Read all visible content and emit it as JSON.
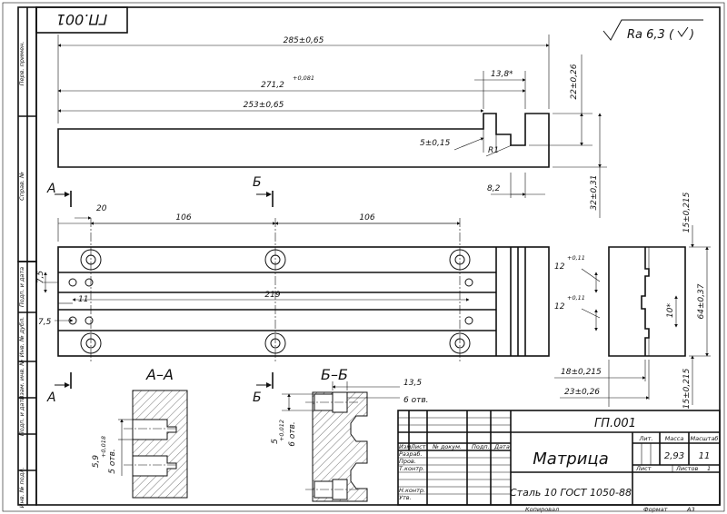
{
  "stamp_code_inverted": "ГП.001",
  "roughness": {
    "label": "Ra 6,3 (",
    "close": ")"
  },
  "side_labels": [
    "Перв. примен.",
    "Справ. №",
    "Подп. и дата",
    "Инв. № дубл.",
    "Взам. инв. №",
    "Подп. и дата",
    "Инв. № подл."
  ],
  "dimensions_top": {
    "d1": "285±0,65",
    "d2_main": "271,2",
    "d2_tol": "+0,081",
    "d3": "253±0,65",
    "d4": "13,8*",
    "d5": "22±0,26",
    "d6": "5±0,15",
    "d7": "R1",
    "d8": "8,2",
    "d9": "32±0,31"
  },
  "section_markers": {
    "a": "А",
    "b": "Б"
  },
  "dimensions_plan": {
    "d20": "20",
    "d106a": "106",
    "d106b": "106",
    "d219": "219",
    "d11": "11",
    "d75a": "7,5",
    "d75b": "7,5"
  },
  "dimensions_side": {
    "d12a_main": "12",
    "d12a_tol": "+0,11",
    "d12b_main": "12",
    "d12b_tol": "+0,11",
    "d10": "10*",
    "d64": "64±0,37",
    "d15a": "15±0,215",
    "d15b": "15±0,215",
    "d18": "18±0,215",
    "d23": "23±0,26"
  },
  "section_aa": {
    "title": "А–А",
    "d1_main": "5,9",
    "d1_tol": "+0,018",
    "d2": "5 отв."
  },
  "section_bb": {
    "title": "Б–Б",
    "d1": "13,5",
    "d2": "6 отв.",
    "d3_main": "5",
    "d3_tol": "+0,012",
    "d4": "6 отв."
  },
  "title_block": {
    "code": "ГП.001",
    "name": "Матрица",
    "material": "Сталь 10  ГОСТ 1050-88",
    "col_lit": "Лит.",
    "col_mass": "Масса",
    "col_scale": "Масштаб",
    "mass": "2,93",
    "scale": "11",
    "sheet": "Лист",
    "sheets": "Листов",
    "sheets_count": "1",
    "hdr_izm": "Изм.",
    "hdr_list": "Лист",
    "hdr_doc": "№ докум.",
    "hdr_sign": "Подп.",
    "hdr_date": "Дата",
    "row_razrab": "Разраб.",
    "row_prov": "Пров.",
    "row_tkontr": "Т.контр.",
    "row_nkontr": "Н.контр.",
    "row_utv": "Утв.",
    "copied": "Копировал",
    "format": "Формат",
    "format_val": "А3"
  }
}
